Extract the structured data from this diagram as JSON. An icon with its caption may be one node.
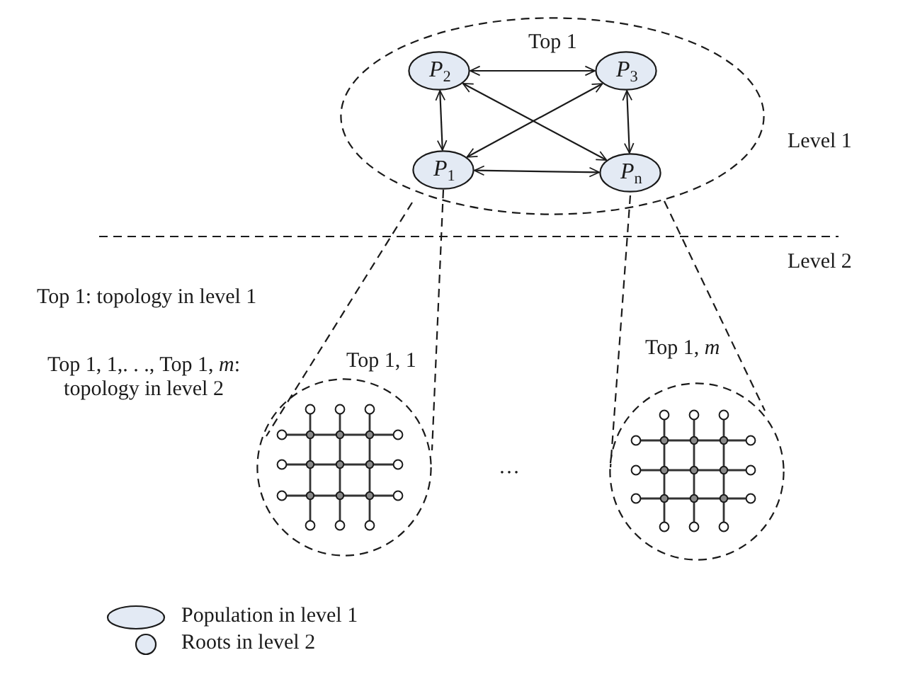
{
  "diagram": {
    "nodes": [
      {
        "text": [
          "Top 1"
        ]
      },
      {
        "text": [
          "*P*$_{2}$"
        ],
        "in": 0
      },
      {
        "text": [
          "*P*$_{3}$"
        ],
        "in": 0
      },
      {
        "text": [
          "*P*$_{1}$"
        ],
        "in": 0
      },
      {
        "text": [
          "*P*$_{n}$"
        ],
        "in": 0
      },
      {
        "text": [
          "Top 1, 1"
        ]
      },
      {
        "text": [
          "Top 1, *m*"
        ]
      }
    ],
    "edges": [
      {
        "from": 1,
        "to": 2,
        "arrow": "both"
      },
      {
        "from": 1,
        "to": 3,
        "arrow": "both"
      },
      {
        "from": 1,
        "to": 4,
        "arrow": "both"
      },
      {
        "from": 2,
        "to": 3,
        "arrow": "both"
      },
      {
        "from": 2,
        "to": 4,
        "arrow": "both"
      },
      {
        "from": 3,
        "to": 4,
        "arrow": "both"
      },
      {
        "from": 3,
        "to": 5,
        "arrow": "none",
        "style": "dashed"
      },
      {
        "from": 3,
        "to": 5,
        "arrow": "none",
        "style": "dashed"
      },
      {
        "from": 4,
        "to": 6,
        "arrow": "none",
        "style": "dashed"
      },
      {
        "from": 4,
        "to": 6,
        "arrow": "none",
        "style": "dashed"
      }
    ],
    "labels": [
      "Level 1",
      "Level 2",
      "Top 1: topology in level 1",
      "Top 1, 1,. . ., Top 1, *m*: topology in level 2",
      "…"
    ],
    "legend": [
      {
        "text": "Population in level 1",
        "color": "#e3eaf4"
      },
      {
        "text": "Roots in level 2",
        "color": "#e3eaf4"
      }
    ]
  }
}
